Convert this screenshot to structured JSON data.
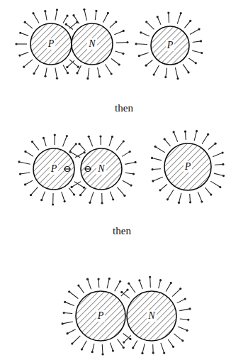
{
  "diagram": {
    "nodes": [
      {
        "text": [
          "P"
        ]
      },
      {
        "text": [
          "N"
        ]
      },
      {
        "text": [
          "P"
        ]
      },
      {
        "text": [
          "P"
        ]
      },
      {
        "text": [
          "N"
        ]
      },
      {
        "text": [
          "P"
        ]
      },
      {
        "text": [
          "P"
        ]
      },
      {
        "text": [
          "N"
        ]
      }
    ],
    "labels": [
      "then",
      "then"
    ]
  }
}
